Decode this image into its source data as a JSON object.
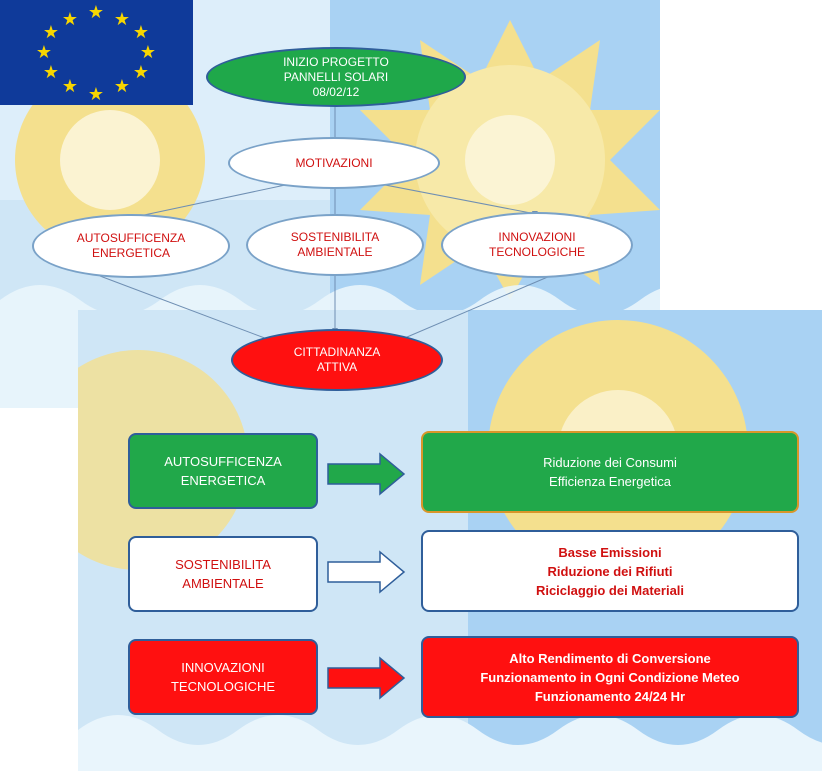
{
  "flag": {
    "icon": "eu-flag-icon",
    "stars": 12,
    "background": "#0f3a9a",
    "star_color": "#f7d600"
  },
  "flowchart": {
    "start": "INIZIO PROGETTO\nPANNELLI SOLARI\n08/02/12",
    "motivations": "MOTIVAZIONI",
    "branch_1": "AUTOSUFFICENZA\nENERGETICA",
    "branch_2": "SOSTENIBILITA\nAMBIENTALE",
    "branch_3": "INNOVAZIONI\nTECNOLOGICHE",
    "result": "CITTADINANZA\nATTIVA"
  },
  "table": {
    "rows": [
      {
        "left": "AUTOSUFFICENZA\nENERGETICA",
        "right": "Riduzione dei Consumi\nEfficienza Energetica",
        "color": "#21a84a"
      },
      {
        "left": "SOSTENIBILITA\nAMBIENTALE",
        "right": "Basse Emissioni\nRiduzione dei Rifiuti\nRiciclaggio dei Materiali",
        "color": "#ffffff"
      },
      {
        "left": "INNOVAZIONI\nTECNOLOGICHE",
        "right": "Alto Rendimento di Conversione\nFunzionamento in Ogni Condizione Meteo\nFunzionamento 24/24 Hr",
        "color": "#ff1010"
      }
    ]
  },
  "colors": {
    "green": "#21a84a",
    "red": "#ff1010",
    "sun": "#f5e6a0",
    "sky": "#cfe6f6"
  }
}
